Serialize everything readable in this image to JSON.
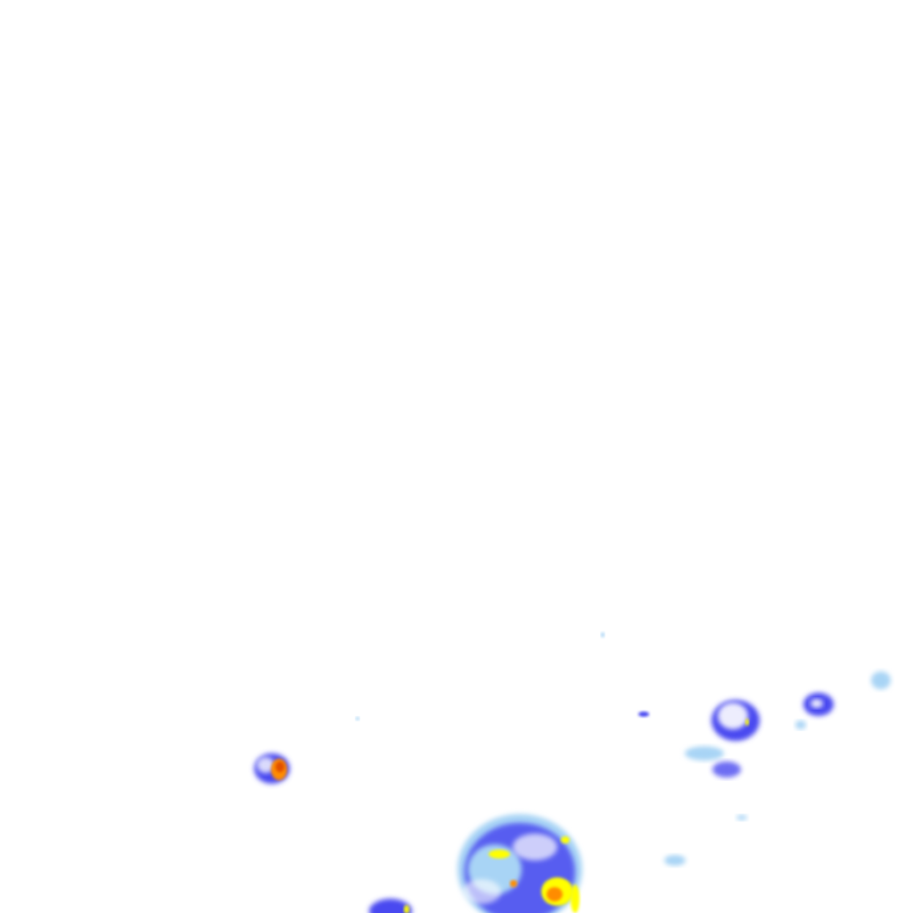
{
  "map": {
    "type": "precipitation-radar-overlay",
    "background": "#ffffff",
    "palette": {
      "light": "#a8d4f5",
      "moderate": "#4a4af0",
      "strong": "#ffff00",
      "heavy": "#ff8c00",
      "intense": "#e05000"
    },
    "cells": [
      {
        "id": "cell-large-south",
        "intensity": [
          "light",
          "moderate",
          "strong",
          "heavy"
        ]
      },
      {
        "id": "cell-west",
        "intensity": [
          "light",
          "moderate",
          "heavy"
        ]
      },
      {
        "id": "cell-east-ring",
        "intensity": [
          "light",
          "moderate",
          "strong"
        ]
      },
      {
        "id": "cell-far-east",
        "intensity": [
          "moderate"
        ]
      },
      {
        "id": "cell-band-east",
        "intensity": [
          "light",
          "moderate"
        ]
      },
      {
        "id": "cell-bottom-left",
        "intensity": [
          "moderate",
          "strong"
        ]
      },
      {
        "id": "cell-small-scatter",
        "intensity": [
          "light"
        ]
      }
    ]
  }
}
